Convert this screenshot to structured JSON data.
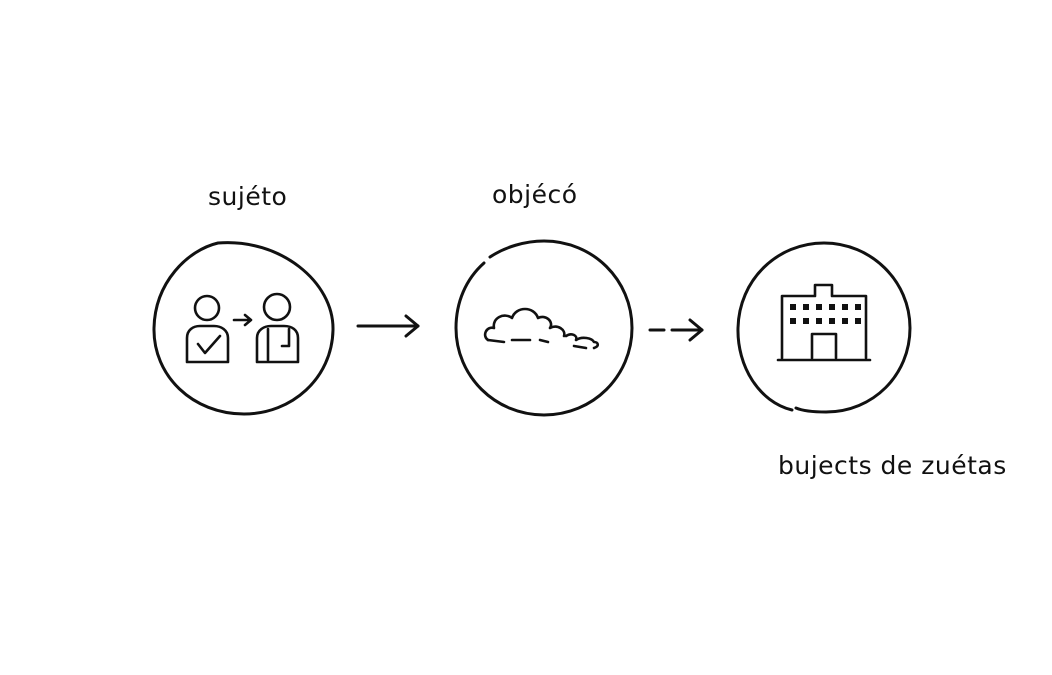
{
  "nodes": [
    {
      "id": "subject",
      "label": "sujéto",
      "icon": "people-transfer-icon"
    },
    {
      "id": "object",
      "label": "objécó",
      "icon": "cloud-icon"
    },
    {
      "id": "result",
      "label": "bujects de zuétas",
      "icon": "building-icon"
    }
  ],
  "edges": [
    {
      "from": "subject",
      "to": "object"
    },
    {
      "from": "object",
      "to": "result"
    }
  ],
  "colors": {
    "stroke": "#111111",
    "background": "#ffffff"
  }
}
